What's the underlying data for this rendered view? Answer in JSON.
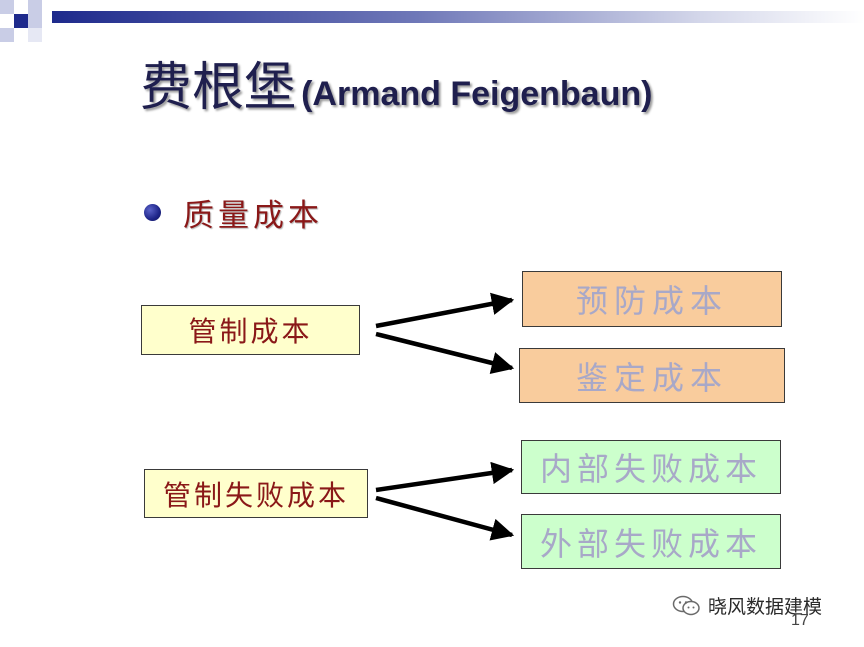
{
  "slide": {
    "title_cn": "费根堡",
    "title_en": "(Armand Feigenbaun)",
    "bullet": "质量成本",
    "page_number": "17"
  },
  "diagram": {
    "sources": [
      {
        "label": "管制成本",
        "targets": [
          "预防成本",
          "鉴定成本"
        ]
      },
      {
        "label": "管制失败成本",
        "targets": [
          "内部失败成本",
          "外部失败成本"
        ]
      }
    ]
  },
  "watermark": {
    "text": "晓风数据建模",
    "icon": "wechat-icon"
  },
  "colors": {
    "title": "#1f1f4e",
    "bullet_text": "#8a1818",
    "source_box_fill": "#ffffcc",
    "orange_box_fill": "#f9cc9d",
    "green_box_fill": "#ccffcc",
    "target_text": "#a8a8c8",
    "top_bar": "#1e2a8c"
  }
}
